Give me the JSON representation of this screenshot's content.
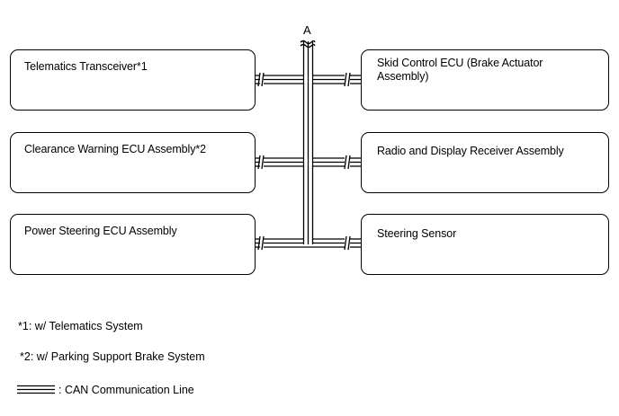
{
  "bus_label": "A",
  "left_boxes": [
    {
      "label": "Telematics Transceiver*1"
    },
    {
      "label": "Clearance Warning ECU Assembly*2"
    },
    {
      "label": "Power Steering ECU Assembly"
    }
  ],
  "right_boxes": [
    {
      "label": "Skid Control ECU (Brake Actuator Assembly)"
    },
    {
      "label": "Radio and Display Receiver Assembly"
    },
    {
      "label": "Steering Sensor"
    }
  ],
  "notes": {
    "note1": "*1: w/ Telematics System",
    "note2": "*2: w/ Parking Support Brake System"
  },
  "legend": {
    "label": ": CAN Communication Line"
  }
}
